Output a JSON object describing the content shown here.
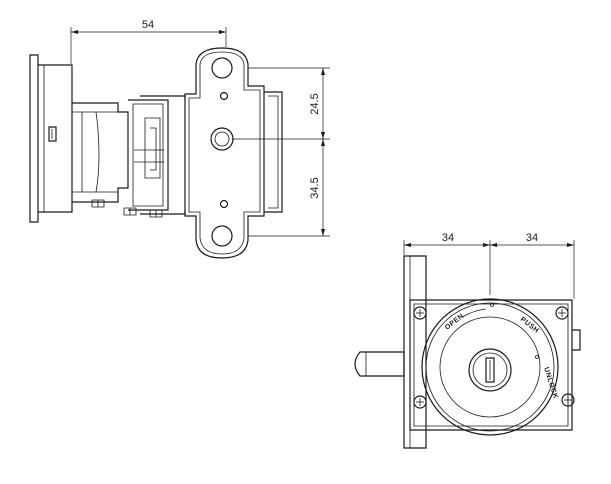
{
  "dimensions": {
    "top_width": "54",
    "upper_height": "24.5",
    "lower_height": "34.5",
    "left_half": "34",
    "right_half": "34"
  },
  "lock_face_labels": {
    "open": "OPEN",
    "push": "PUSH",
    "unlock": "UNLOCK"
  }
}
